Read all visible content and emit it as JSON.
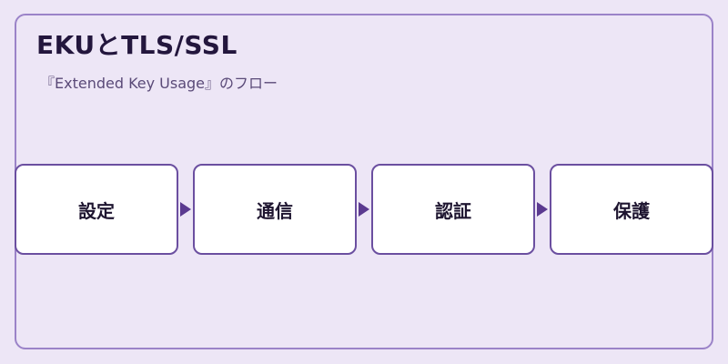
{
  "title": "EKUとTLS/SSL",
  "subtitle": "『Extended Key Usage』のフロー",
  "steps": [
    {
      "label": "設定"
    },
    {
      "label": "通信"
    },
    {
      "label": "認証"
    },
    {
      "label": "保護"
    }
  ],
  "colors": {
    "background": "#ede6f6",
    "panel_border": "#9b83c8",
    "box_border": "#6b4fa0",
    "arrow": "#5b3a90",
    "title_text": "#23163d"
  }
}
